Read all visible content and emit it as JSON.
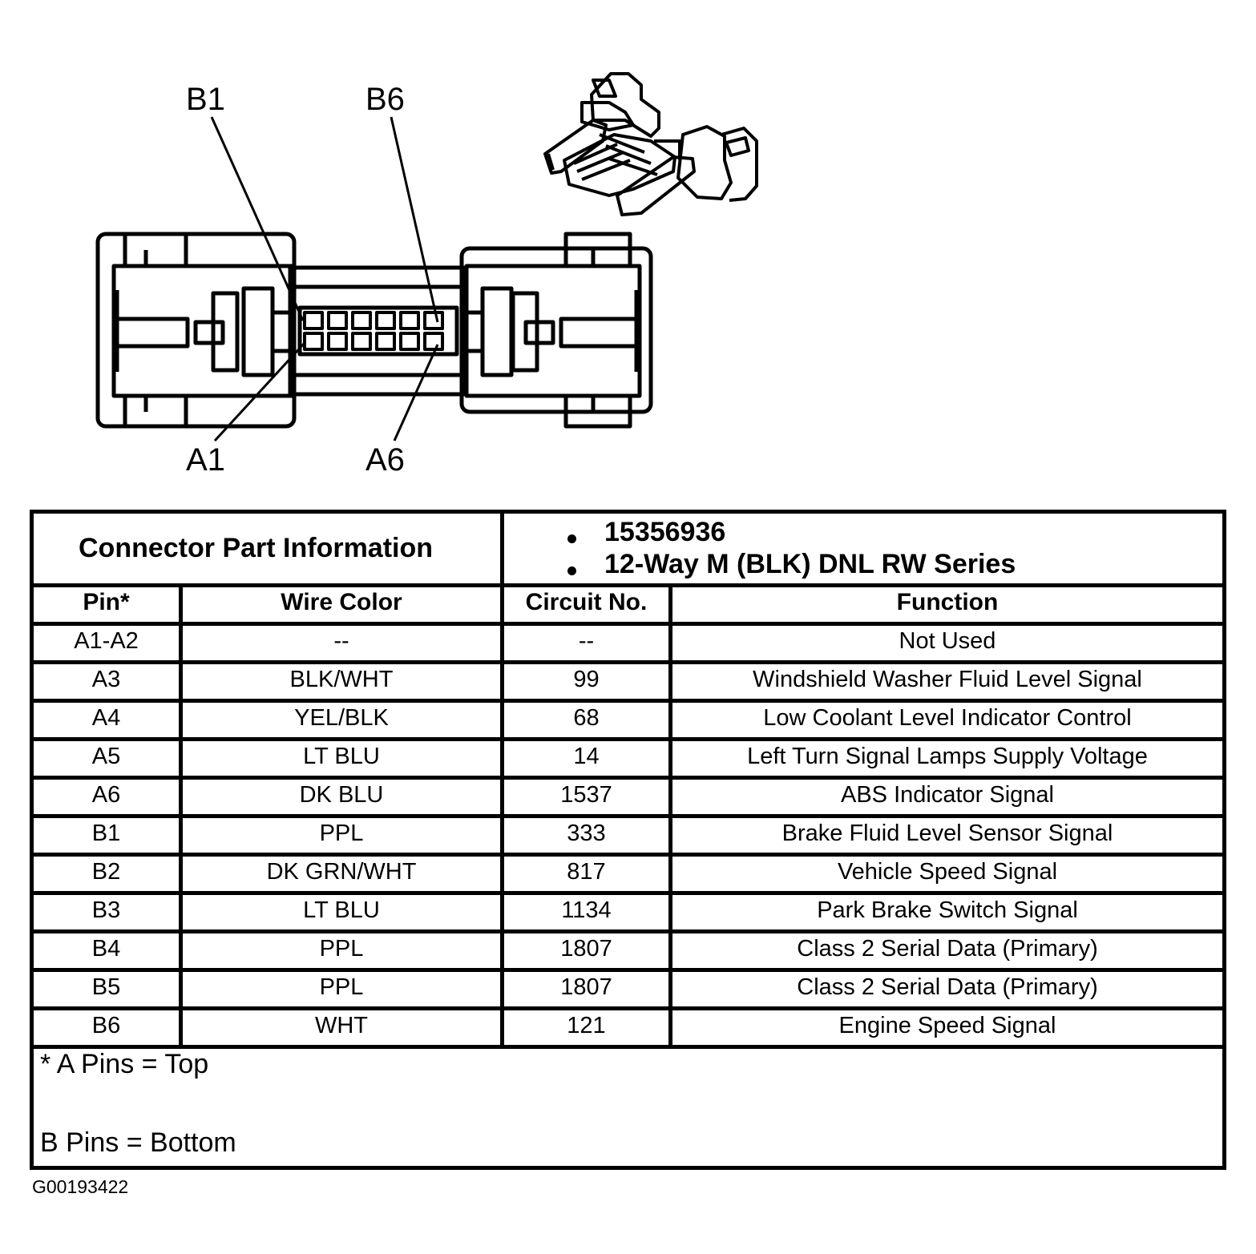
{
  "callouts": {
    "b1": "B1",
    "b6": "B6",
    "a1": "A1",
    "a6": "A6"
  },
  "connector_part_info": {
    "title": "Connector Part Information",
    "items": [
      "15356936",
      "12-Way M (BLK) DNL RW Series"
    ]
  },
  "columns": [
    "Pin*",
    "Wire Color",
    "Circuit No.",
    "Function"
  ],
  "rows": [
    {
      "pin": "A1-A2",
      "wire_color": "--",
      "circuit": "--",
      "function": "Not Used"
    },
    {
      "pin": "A3",
      "wire_color": "BLK/WHT",
      "circuit": "99",
      "function": "Windshield Washer Fluid Level Signal"
    },
    {
      "pin": "A4",
      "wire_color": "YEL/BLK",
      "circuit": "68",
      "function": "Low Coolant Level Indicator Control"
    },
    {
      "pin": "A5",
      "wire_color": "LT BLU",
      "circuit": "14",
      "function": "Left Turn Signal Lamps Supply Voltage"
    },
    {
      "pin": "A6",
      "wire_color": "DK BLU",
      "circuit": "1537",
      "function": "ABS Indicator Signal"
    },
    {
      "pin": "B1",
      "wire_color": "PPL",
      "circuit": "333",
      "function": "Brake Fluid Level Sensor Signal"
    },
    {
      "pin": "B2",
      "wire_color": "DK GRN/WHT",
      "circuit": "817",
      "function": "Vehicle Speed Signal"
    },
    {
      "pin": "B3",
      "wire_color": "LT BLU",
      "circuit": "1134",
      "function": "Park Brake Switch Signal"
    },
    {
      "pin": "B4",
      "wire_color": "PPL",
      "circuit": "1807",
      "function": "Class 2 Serial Data (Primary)"
    },
    {
      "pin": "B5",
      "wire_color": "PPL",
      "circuit": "1807",
      "function": "Class 2 Serial Data (Primary)"
    },
    {
      "pin": "B6",
      "wire_color": "WHT",
      "circuit": "121",
      "function": "Engine Speed Signal"
    }
  ],
  "notes": [
    "* A Pins = Top",
    "B Pins = Bottom"
  ],
  "figure_id": "G00193422"
}
